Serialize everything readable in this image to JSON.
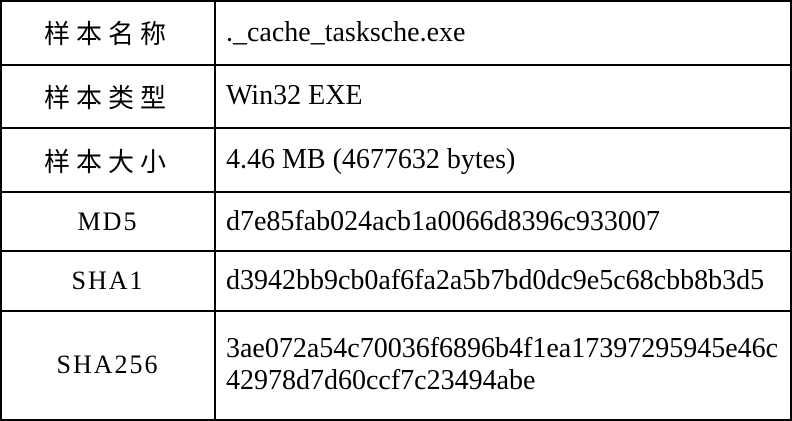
{
  "table": {
    "rows": [
      {
        "label": "样本名称",
        "value": "._cache_tasksche.exe"
      },
      {
        "label": "样本类型",
        "value": "Win32 EXE"
      },
      {
        "label": "样本大小",
        "value": "4.46 MB (4677632 bytes)"
      },
      {
        "label": "MD5",
        "value": "d7e85fab024acb1a0066d8396c933007"
      },
      {
        "label": "SHA1",
        "value": "d3942bb9cb0af6fa2a5b7bd0dc9e5c68cbb8b3d5"
      },
      {
        "label": "SHA256",
        "value": "3ae072a54c70036f6896b4f1ea17397295945e46c42978d7d60ccf7c23494abe"
      }
    ],
    "colors": {
      "border": "#000000",
      "text": "#000000",
      "background": "#ffffff"
    }
  }
}
